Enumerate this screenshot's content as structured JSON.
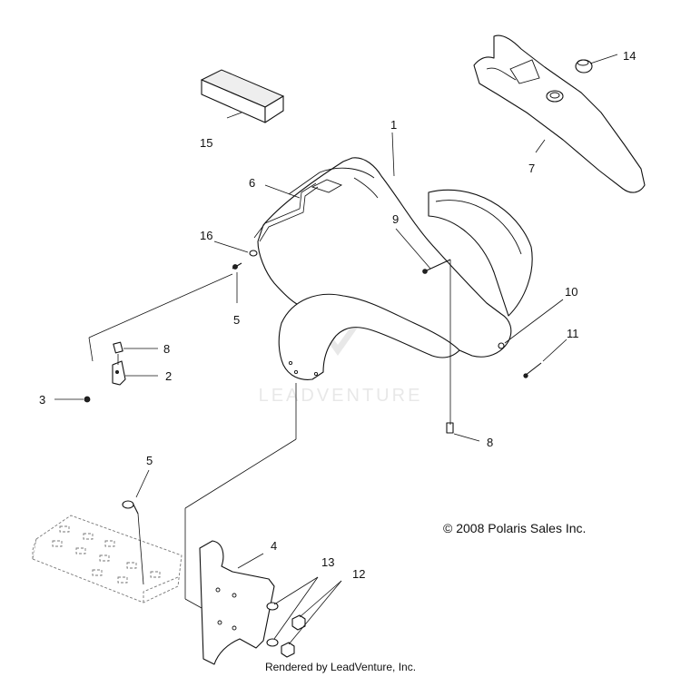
{
  "callouts": [
    "1",
    "2",
    "3",
    "4",
    "5",
    "5",
    "6",
    "7",
    "8",
    "8",
    "9",
    "10",
    "11",
    "12",
    "13",
    "14",
    "15",
    "16"
  ],
  "copyright": "© 2008 Polaris Sales Inc.",
  "footer": "Rendered by LeadVenture, Inc.",
  "watermark": "LEADVENTURE",
  "colors": {
    "line": "#111111",
    "watermark": "#d6d6d6",
    "paper": "#ffffff"
  }
}
